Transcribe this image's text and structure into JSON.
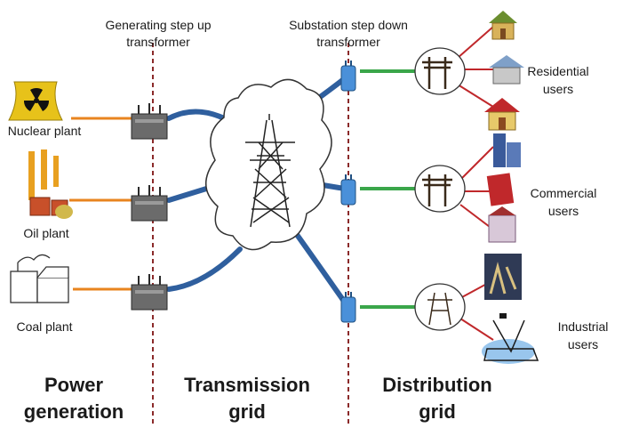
{
  "top_labels": {
    "generating_line1": "Generating step up",
    "generating_line2": "transformer",
    "substation_line1": "Substation step down",
    "substation_line2": "transformer"
  },
  "plants": {
    "nuclear": "Nuclear plant",
    "oil": "Oil plant",
    "coal": "Coal plant"
  },
  "users": {
    "residential_line1": "Residential",
    "residential_line2": "users",
    "commercial_line1": "Commercial",
    "commercial_line2": "users",
    "industrial_line1": "Industrial",
    "industrial_line2": "users"
  },
  "sections": {
    "power_line1": "Power",
    "power_line2": "generation",
    "transmission_line1": "Transmission",
    "transmission_line2": "grid",
    "distribution_line1": "Distribution",
    "distribution_line2": "grid"
  },
  "colors": {
    "transmission_line": "#2f5f9e",
    "distribution_line": "#3aa64a",
    "plant_line": "#e8841f",
    "user_line": "#c0282b",
    "divider": "#8b2a2a",
    "transformer_blue": "#4a90d9"
  },
  "icons": [
    "nuclear-plant-icon",
    "oil-plant-icon",
    "coal-plant-icon",
    "step-up-transformer-icon",
    "transmission-tower-icon",
    "step-down-transformer-icon",
    "utility-pole-icon",
    "house-icon",
    "office-building-icon",
    "factory-icon"
  ]
}
